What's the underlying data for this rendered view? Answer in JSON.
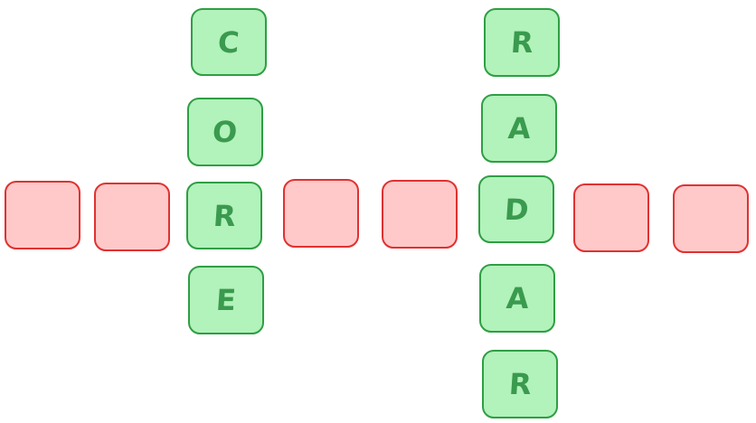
{
  "puzzle": {
    "words": [
      {
        "word": "CORE",
        "direction": "down"
      },
      {
        "word": "RADAR",
        "direction": "down"
      }
    ],
    "crossing_row": {
      "description_slots": 8
    }
  },
  "colors": {
    "filled_fill": "#b2f2bb",
    "filled_stroke": "#2f9e44",
    "filled_text": "#3a9a4e",
    "empty_fill": "#ffc9c9",
    "empty_stroke": "#e03131"
  },
  "tiles": {
    "core_c": "C",
    "core_o": "O",
    "core_r": "R",
    "core_e": "E",
    "radar_r1": "R",
    "radar_a1": "A",
    "radar_d": "D",
    "radar_a2": "A",
    "radar_r2": "R",
    "row_empty_1": "",
    "row_empty_2": "",
    "row_empty_3": "",
    "row_empty_4": "",
    "row_empty_5": "",
    "row_empty_6": ""
  }
}
